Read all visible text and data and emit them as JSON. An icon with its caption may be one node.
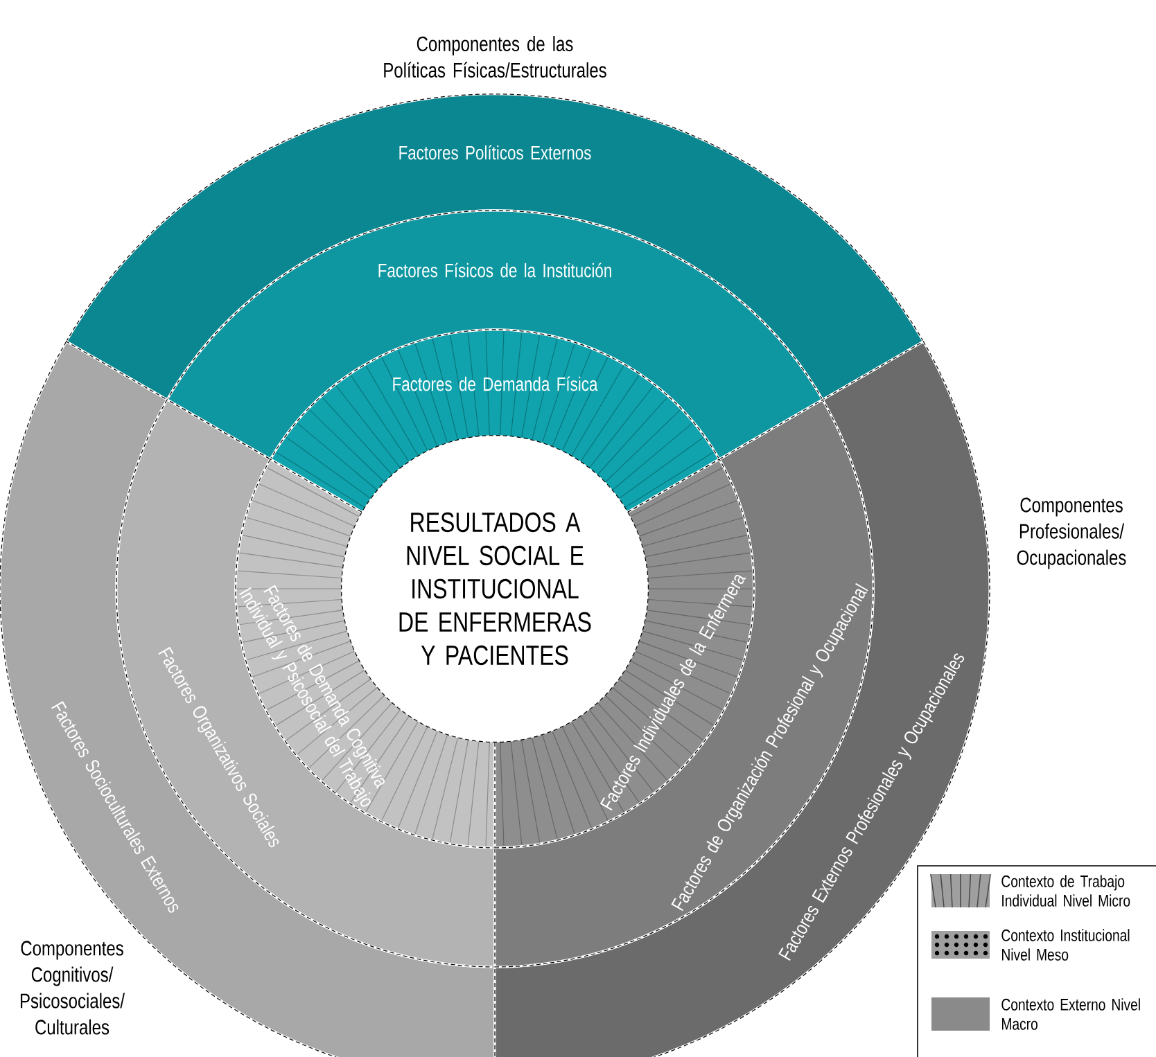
{
  "diagram": {
    "nodes": [
      {
        "text": [
          "RESULTADOS A NIVEL SOCIAL E INSTITUCIONAL DE ENFERMERAS Y PACIENTES"
        ]
      },
      {
        "text": [
          "Factores Políticos Externos"
        ]
      },
      {
        "text": [
          "Factores Físicos de la Institución"
        ]
      },
      {
        "text": [
          "Factores de Demanda Física"
        ]
      },
      {
        "text": [
          "Factores Socioculturales Externos"
        ]
      },
      {
        "text": [
          "Factores Organizativos Sociales"
        ]
      },
      {
        "text": [
          "Factores de Demanda Cognitiva Individual y Psicosocial del Trabajo"
        ]
      },
      {
        "text": [
          "Factores Externos Profesionales y Ocupacionales"
        ]
      },
      {
        "text": [
          "Factores de Organización Profesional y Ocupacional"
        ]
      },
      {
        "text": [
          "Factores Individuales de la Enfermera"
        ]
      }
    ],
    "labels": [
      "Componentes de las Políticas Físicas/Estructurales",
      "Componentes Profesionales/ Ocupacionales",
      "Componentes Cognitivos/ Psicosociales/ Culturales"
    ],
    "legend": [
      {
        "text": "Contexto de Trabajo Individual Nivel Micro"
      },
      {
        "text": "Contexto Institucional Nivel Meso"
      },
      {
        "text": "Contexto Externo Nivel Macro",
        "color": "#8a8a8a"
      }
    ]
  }
}
